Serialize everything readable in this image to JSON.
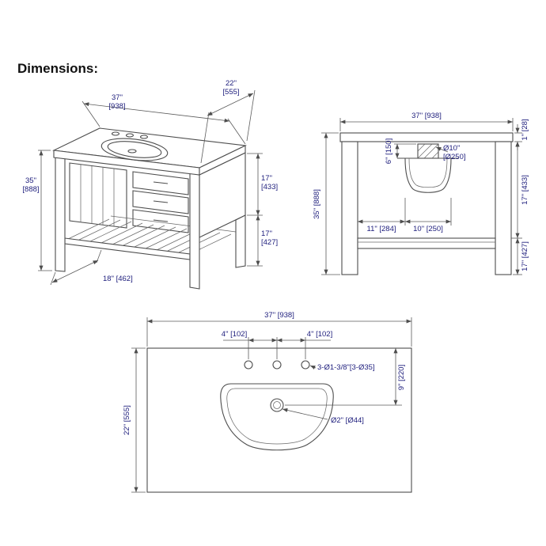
{
  "title": "Dimensions:",
  "iso": {
    "width_in": "37\"",
    "width_mm": "[938]",
    "depth_in": "22\"",
    "depth_mm": "[555]",
    "height_in": "35\"",
    "height_mm": "[888]",
    "upper_in": "17\"",
    "upper_mm": "[433]",
    "lower_in": "17\"",
    "lower_mm": "[427]",
    "base_depth": "18\" [462]"
  },
  "front": {
    "width": "37\" [938]",
    "counter": "1\" [28]",
    "upper": "17\" [433]",
    "lower": "17\" [427]",
    "total": "35\" [888]",
    "bowl_h": "6\" [150]",
    "dia_in": "Ø10\"",
    "dia_mm": "[Ø250]",
    "offset": "11\" [284]",
    "bowl_w": "10\" [250]"
  },
  "top": {
    "width": "37\" [938]",
    "sp_left": "4\" [102]",
    "sp_right": "4\" [102]",
    "holes": "3-Ø1-3/8\"[3-Ø35]",
    "back": "9\" [220]",
    "depth": "22\" [555]",
    "drain": "Ø2\" [Ø44]"
  }
}
